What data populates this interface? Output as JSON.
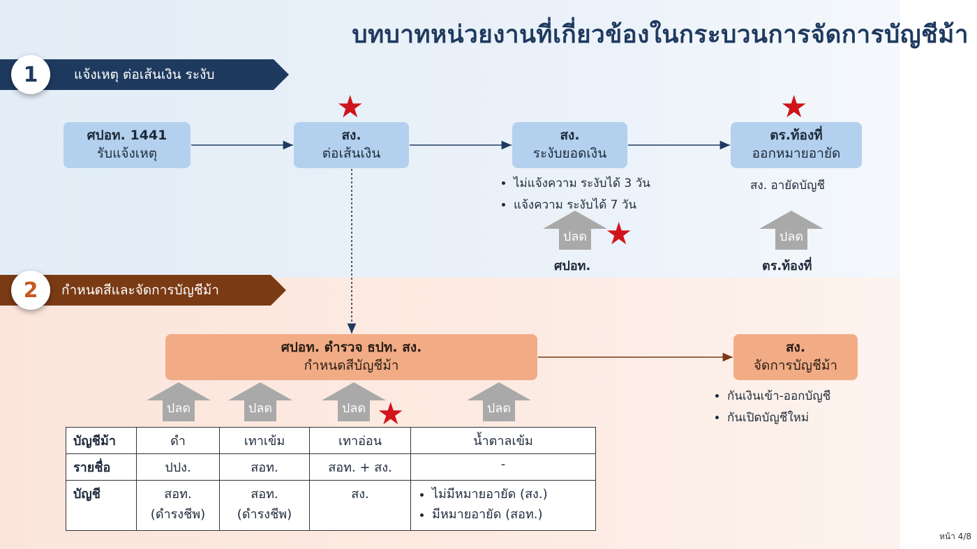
{
  "title": "บทบาทหน่วยงานที่เกี่ยวข้องในกระบวนการจัดการบัญชีม้า",
  "sections": [
    {
      "number": "1",
      "label": "แจ้งเหตุ ต่อเส้นเงิน ระงับ"
    },
    {
      "number": "2",
      "label": "กำหนดสีและจัดการบัญชีม้า"
    }
  ],
  "flow1": {
    "box_a": {
      "line1": "ศปอท. 1441",
      "line2": "รับแจ้งเหตุ"
    },
    "box_b": {
      "line1": "สง.",
      "line2": "ต่อเส้นเงิน"
    },
    "box_c": {
      "line1": "สง.",
      "line2": "ระงับยอดเงิน"
    },
    "box_d": {
      "line1": "ตร.ท้องที่",
      "line2": "ออกหมายอายัด"
    },
    "c_bullets": [
      "ไม่แจ้งความ ระงับได้ 3 วัน",
      "แจ้งความ ระงับได้ 7 วัน"
    ],
    "d_note": "สง. อายัดบัญชี",
    "arrow_label": "ปลด",
    "c_actor": "ศปอท.",
    "d_actor": "ตร.ท้องที่"
  },
  "flow2": {
    "box_main": {
      "line1": "ศปอท. ตำรวจ ธปท. สง.",
      "line2": "กำหนดสีบัญชีม้า"
    },
    "box_right": {
      "line1": "สง.",
      "line2": "จัดการบัญชีม้า"
    },
    "right_bullets": [
      "กันเงินเข้า-ออกบัญชี",
      "กันเปิดบัญชีใหม่"
    ],
    "arrow_label": "ปลด"
  },
  "table": {
    "header_label": "บัญชีม้า",
    "columns": [
      "ดำ",
      "เทาเข้ม",
      "เทาอ่อน",
      "น้ำตาลเข้ม"
    ],
    "row_names_label": "รายชื่อ",
    "row_names": [
      "ปปง.",
      "สอท.",
      "สอท. + สง.",
      "-"
    ],
    "row_account_label": "บัญชี",
    "row_account": [
      "สอท.\n(ดำรงชีพ)",
      "สอท.\n(ดำรงชีพ)",
      "สง."
    ],
    "row_account_last": [
      "ไม่มีหมายอายัด (สง.)",
      "มีหมายอายัด (สอท.)"
    ]
  },
  "page_label": "หน้า 4/8",
  "colors": {
    "navy": "#1f3a5f",
    "brown": "#7a3a14",
    "blue_box": "#b3d1ee",
    "orange_box": "#f1ac86",
    "star": "#d0141b",
    "gray_arrow": "#a9a9a9"
  }
}
